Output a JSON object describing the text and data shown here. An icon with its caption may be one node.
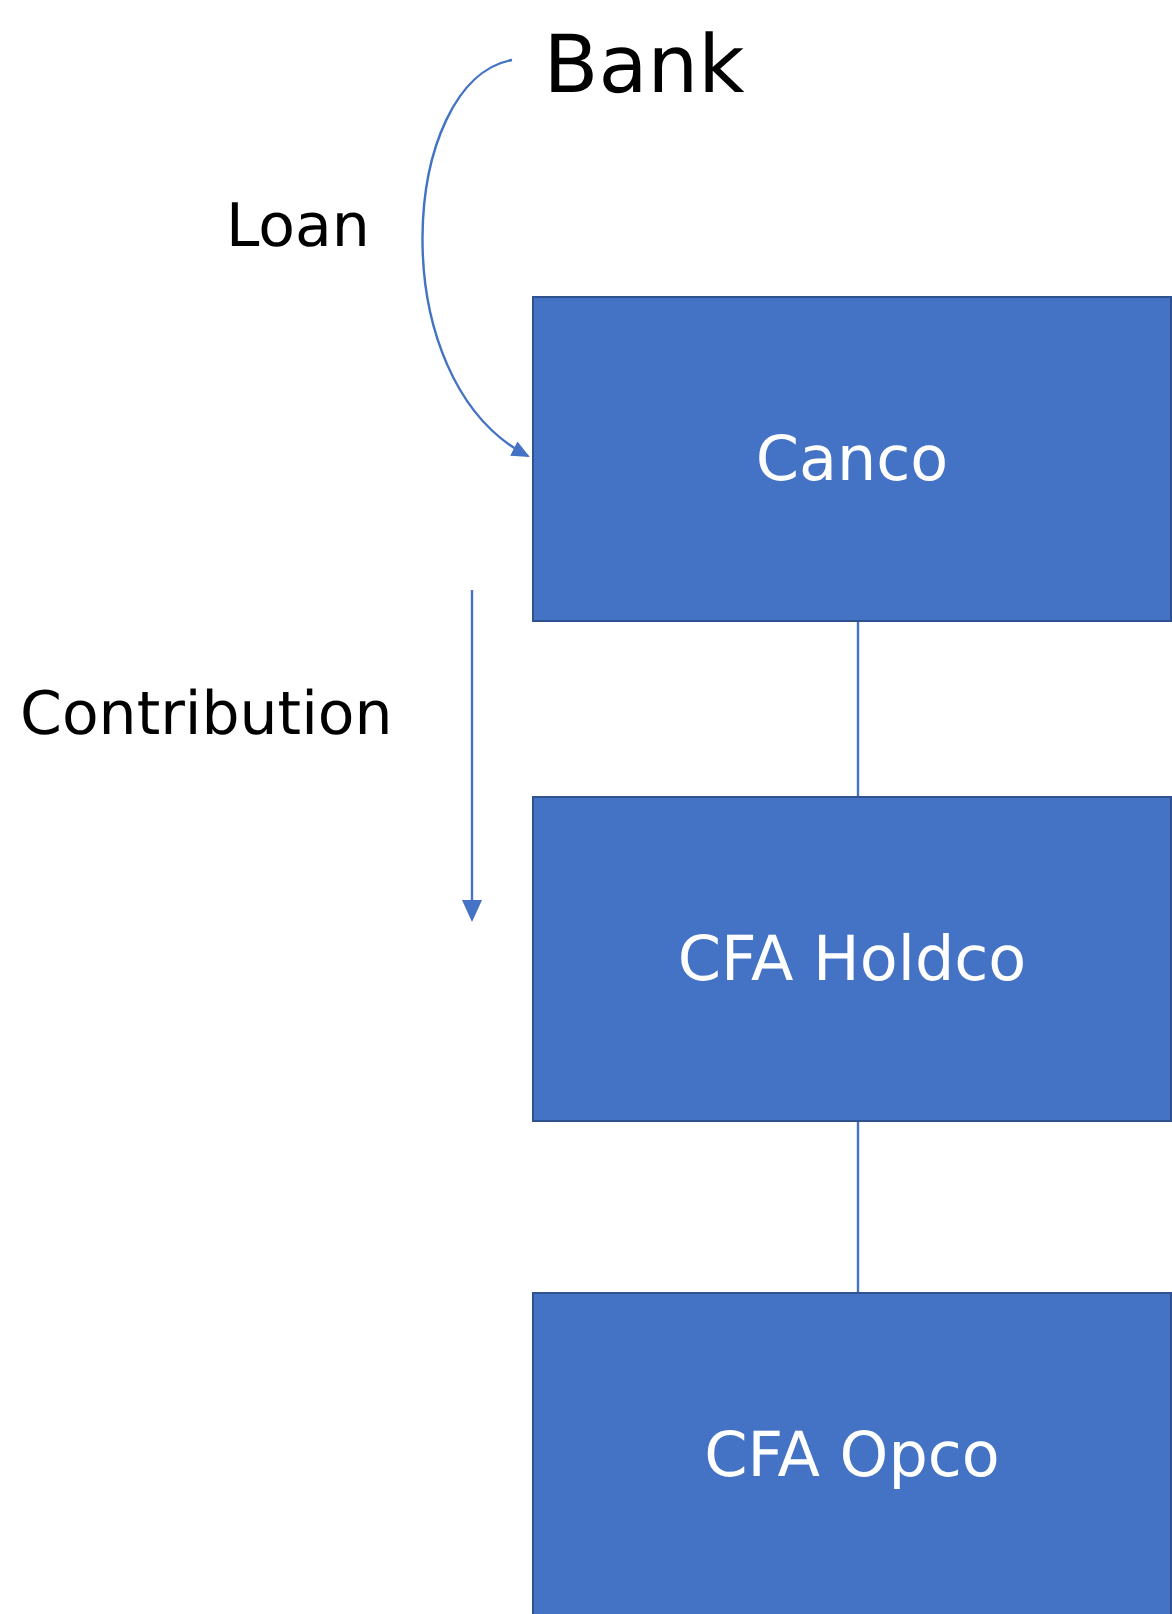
{
  "diagram": {
    "nodes": [
      {
        "text": [
          "Bank"
        ]
      },
      {
        "text": [
          "Canco"
        ]
      },
      {
        "text": [
          "CFA Holdco"
        ]
      },
      {
        "text": [
          "CFA Opco"
        ]
      }
    ],
    "edges": [
      {
        "from": 0,
        "to": 1,
        "arrow": "to",
        "label": "Loan"
      },
      {
        "from": 1,
        "to": 2,
        "arrow": "none"
      },
      {
        "from": 2,
        "to": 3,
        "arrow": "none"
      }
    ],
    "labels": [
      "Contribution"
    ]
  }
}
